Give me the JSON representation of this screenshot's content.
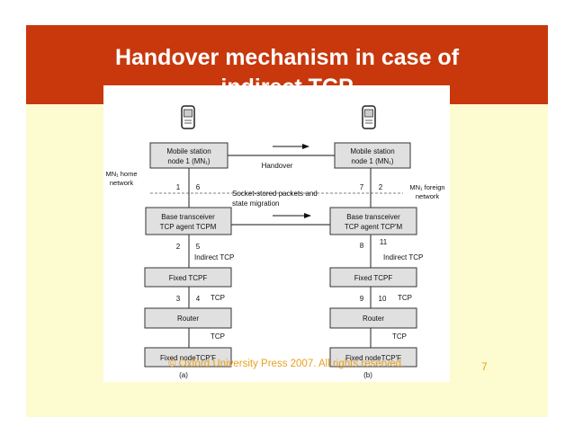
{
  "slide": {
    "title_line1": "Handover mechanism in case of",
    "title_line2": "indirect TCP",
    "copyright": "© Oxford University Press 2007. All rights reserved.",
    "page_number": "7"
  },
  "diagram": {
    "boxes_left": {
      "mobile_line1": "Mobile station",
      "mobile_line2": "node 1 (MN₁)",
      "bts_line1": "Base transceiver",
      "bts_line2": "TCP agent TCPM",
      "fixed_tcp": "Fixed TCPF",
      "router": "Router",
      "fixed_node": "Fixed nodeTCP'F"
    },
    "boxes_right": {
      "mobile_line1": "Mobile station",
      "mobile_line2": "node 1 (MN₁)",
      "bts_line1": "Base transceiver",
      "bts_line2": "TCP agent TCP'M",
      "fixed_tcp": "Fixed TCPF",
      "router": "Router",
      "fixed_node": "Fixed nodeTCP'F"
    },
    "labels": {
      "handover": "Handover",
      "socket_line1": "Socket-stored packets and",
      "socket_line2": "state migration",
      "home_net_line1": "MN₁ home",
      "home_net_line2": "network",
      "foreign_net_line1": "MN₁ foreign",
      "foreign_net_line2": "network",
      "indirect_tcp_left": "Indirect TCP",
      "indirect_tcp_right": "Indirect TCP",
      "tcp_left_fixed": "TCP",
      "tcp_left_router": "TCP",
      "tcp_right_fixed": "TCP",
      "tcp_right_router": "TCP",
      "caption_a": "(a)",
      "caption_b": "(b)"
    },
    "steps_left": {
      "s1": "1",
      "s6": "6",
      "s2": "2",
      "s5": "5",
      "s3": "3",
      "s4": "4"
    },
    "steps_right": {
      "s7": "7",
      "s2": "2",
      "s8": "8",
      "s11": "11",
      "s9": "9",
      "s10": "10"
    }
  }
}
